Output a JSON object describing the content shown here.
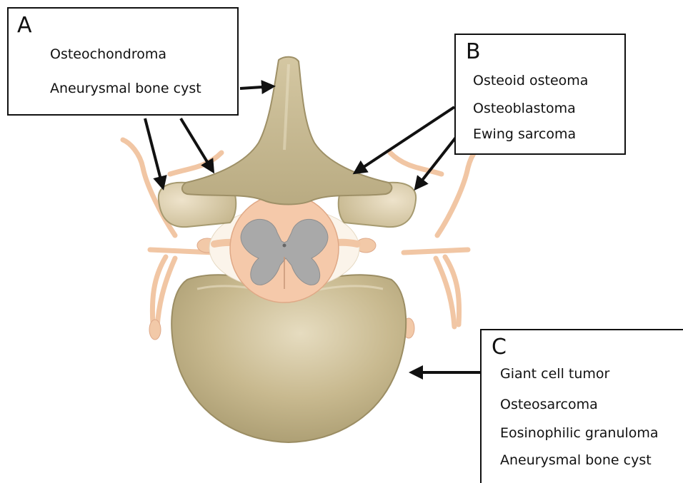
{
  "colors": {
    "bone": "#cdbf98",
    "bone_dark": "#a69a70",
    "nerve": "#f2c9a8",
    "cord": "#f5c9aa",
    "gray_matter": "#a8a8a8",
    "arrow": "#111111",
    "box_border": "#111111"
  },
  "boxes": {
    "a": {
      "letter": "A",
      "items": [
        "Osteochondroma",
        "Aneurysmal bone cyst"
      ]
    },
    "b": {
      "letter": "B",
      "items": [
        "Osteoid osteoma",
        "Osteoblastoma",
        "Ewing sarcoma"
      ]
    },
    "c": {
      "letter": "C",
      "items": [
        "Giant cell tumor",
        "Osteosarcoma",
        "Eosinophilic granuloma",
        "Aneurysmal bone cyst"
      ]
    }
  }
}
